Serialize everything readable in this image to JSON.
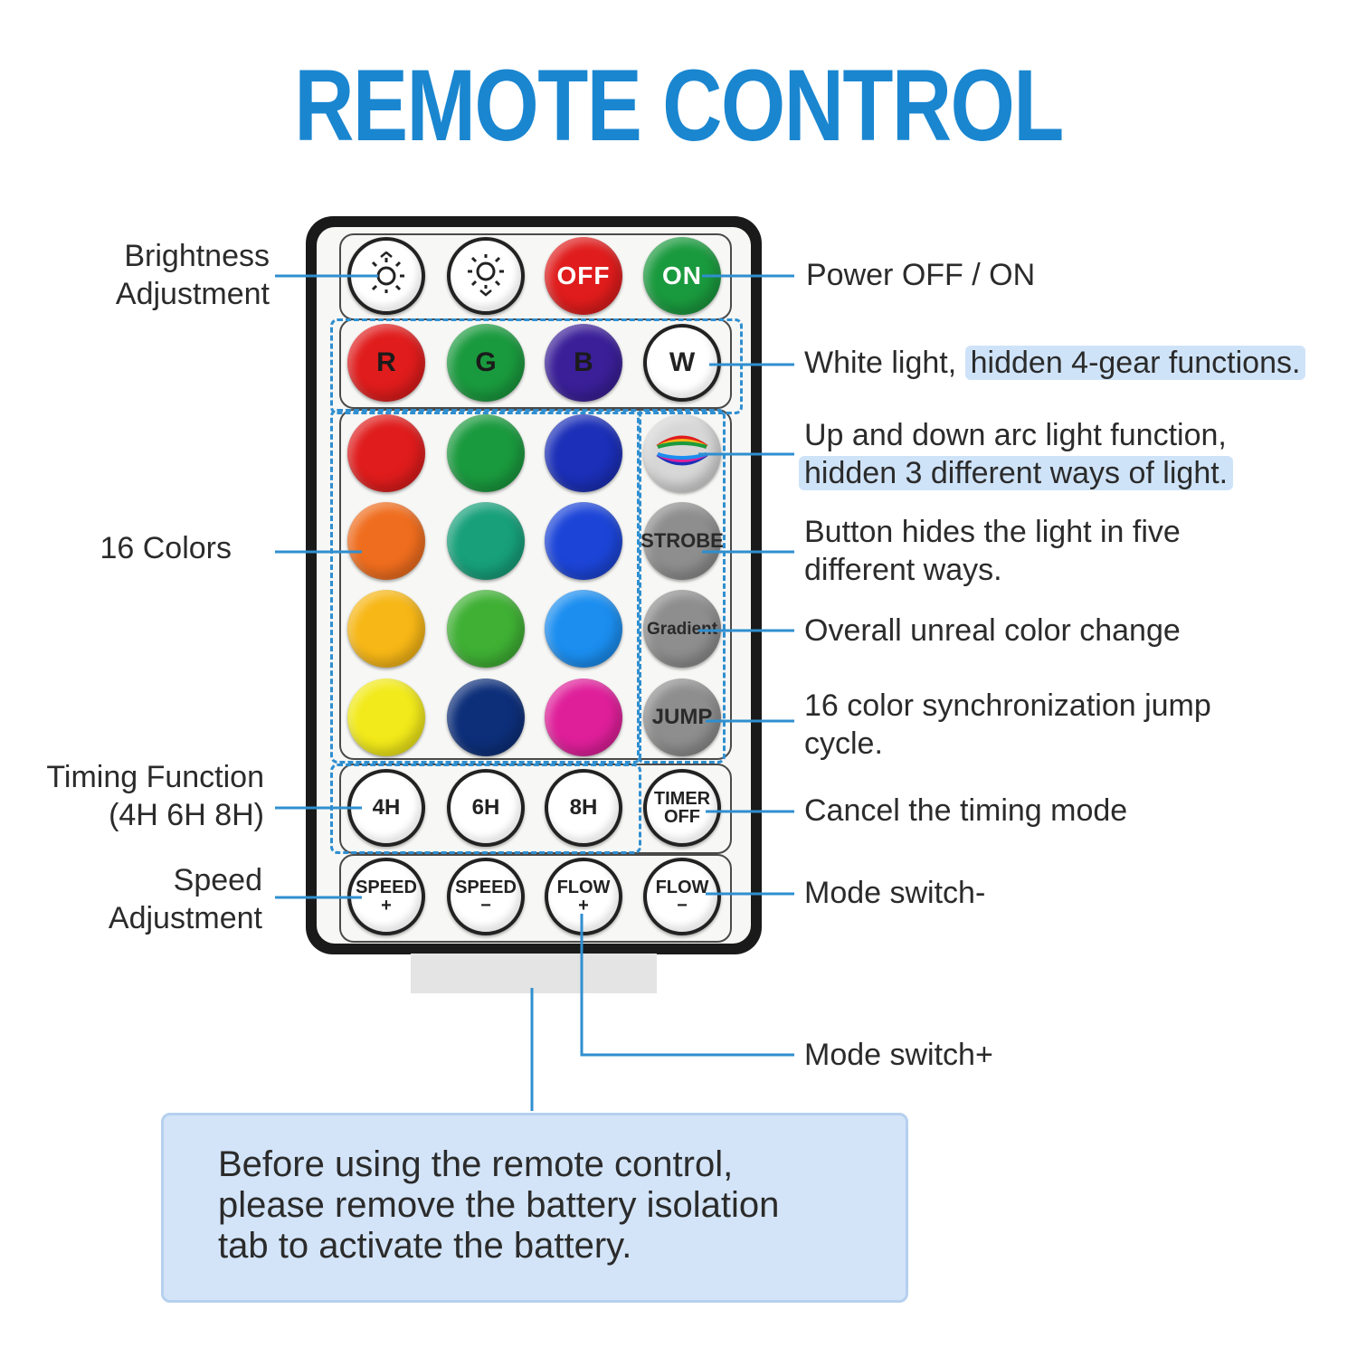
{
  "title": "REMOTE CONTROL",
  "colors": {
    "title": "#1a86d0",
    "accent_line": "#2f8fd0",
    "highlight": "#cfe3f8",
    "note_bg": "#d3e4f8"
  },
  "buttons": {
    "brightness_up_icon": "sun-up-icon",
    "brightness_down_icon": "sun-down-icon",
    "off": "OFF",
    "on": "ON",
    "r": "R",
    "g": "G",
    "b": "B",
    "w": "W",
    "arc_icon": "rainbow-arc-icon",
    "strobe": "STROBE",
    "gradient": "Gradient",
    "jump": "JUMP",
    "h4": "4H",
    "h6": "6H",
    "h8": "8H",
    "timer_off": "TIMER\nOFF",
    "speed_plus": "SPEED\n+",
    "speed_minus": "SPEED\n−",
    "flow_plus": "FLOW\n+",
    "flow_minus": "FLOW\n−"
  },
  "palette": [
    "#e01c1c",
    "#1a9a3e",
    "#1b2fb8",
    "#ef6d1e",
    "#17a07a",
    "#1c45d8",
    "#f7b716",
    "#3fb034",
    "#1b8ef0",
    "#f2ea1a",
    "#0d2f7a",
    "#df1f9a"
  ],
  "labels": {
    "brightness": "Brightness\nAdjustment",
    "colors16": "16 Colors",
    "timing": "Timing Function\n(4H 6H 8H)",
    "speed": "Speed\nAdjustment",
    "power": "Power OFF / ON",
    "white_a": "White light, ",
    "white_b": "hidden 4-gear functions.",
    "arc_a": "Up and down arc light function,",
    "arc_b": "hidden 3 different ways of light.",
    "strobe": "Button hides the light in five\ndifferent ways.",
    "gradient": "Overall unreal color change",
    "jump": "16 color synchronization jump\ncycle.",
    "timer_cancel": "Cancel the timing mode",
    "mode_minus": "Mode switch-",
    "mode_plus": "Mode switch+"
  },
  "note": "Before using the remote control,\nplease remove the battery isolation\ntab to activate the battery."
}
